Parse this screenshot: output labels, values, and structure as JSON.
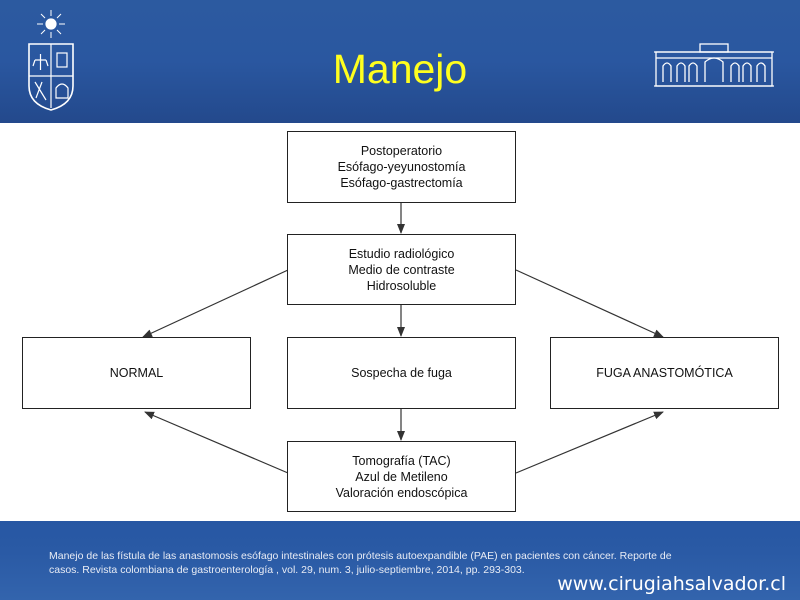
{
  "slide": {
    "title": "Manejo",
    "colors": {
      "header": "#2c5aa0",
      "title": "#ffff1e",
      "footer": "#2a5aa5"
    }
  },
  "diagram": {
    "nodes": {
      "postop": {
        "lines": [
          "Postoperatorio",
          "Esófago-yeyunostomía",
          "Esófago-gastrectomía"
        ]
      },
      "estudio": {
        "lines": [
          "Estudio radiológico",
          "Medio de contraste",
          "Hidrosoluble"
        ]
      },
      "normal": {
        "lines": [
          "NORMAL"
        ]
      },
      "sospecha": {
        "lines": [
          "Sospecha de fuga"
        ]
      },
      "fuga": {
        "lines": [
          "FUGA ANASTOMÓTICA"
        ]
      },
      "tomografia": {
        "lines": [
          "Tomografía (TAC)",
          "Azul de Metileno",
          "Valoración endoscópica"
        ]
      }
    },
    "edges": [
      {
        "from": "postop",
        "to": "estudio"
      },
      {
        "from": "estudio",
        "to": "normal"
      },
      {
        "from": "estudio",
        "to": "sospecha"
      },
      {
        "from": "estudio",
        "to": "fuga"
      },
      {
        "from": "sospecha",
        "to": "tomografia"
      },
      {
        "from": "tomografia",
        "to": "normal"
      },
      {
        "from": "tomografia",
        "to": "fuga"
      }
    ]
  },
  "footer": {
    "citation_line1": "Manejo de las fístula de las anastomosis esófago intestinales con prótesis autoexpandible (PAE) en pacientes con cáncer. Reporte de",
    "citation_line2": "casos. Revista colombiana de gastroenterología , vol. 29, num. 3, julio-septiembre, 2014, pp. 293-303.",
    "website": "www.cirugiahsalvador.cl"
  },
  "logos": {
    "left": "university-crest-logo",
    "right": "hospital-building-logo"
  }
}
